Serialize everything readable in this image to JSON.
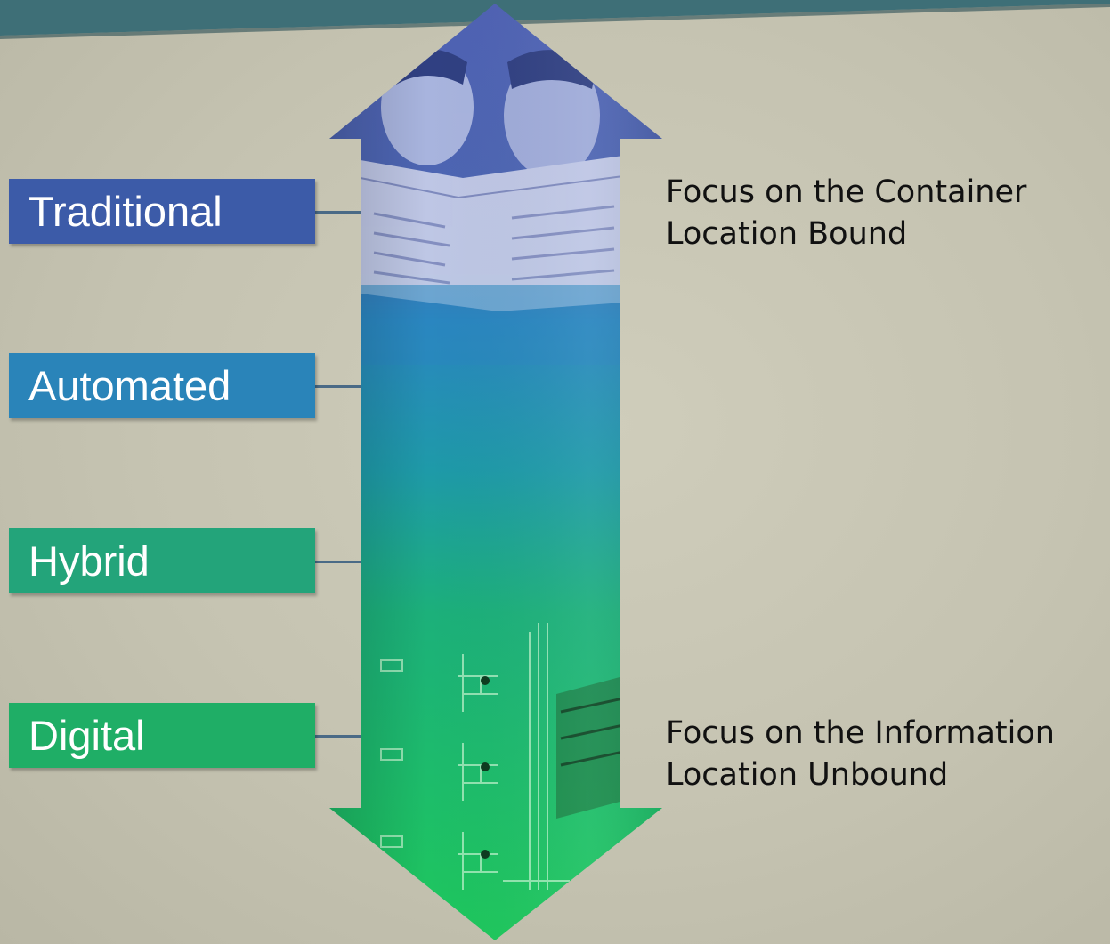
{
  "stages": [
    {
      "label": "Traditional",
      "color": "#3c5ba8"
    },
    {
      "label": "Automated",
      "color": "#2a84b9"
    },
    {
      "label": "Hybrid",
      "color": "#23a47a"
    },
    {
      "label": "Digital",
      "color": "#1fae66"
    }
  ],
  "captions": {
    "top": {
      "line1": "Focus on the Container",
      "line2": "Location Bound"
    },
    "bottom": {
      "line1": "Focus on the Information",
      "line2": "Location Unbound"
    }
  },
  "arrow": {
    "direction": "bidirectional-vertical",
    "gradient_top": "#4a5fb0",
    "gradient_mid": "#2a8fb8",
    "gradient_bottom": "#1cc46a",
    "top_image": "two men reading a newspaper",
    "bottom_image": "circuit board pattern"
  },
  "colors": {
    "background": "#c6c4b2",
    "banner": "#3e6f77"
  }
}
